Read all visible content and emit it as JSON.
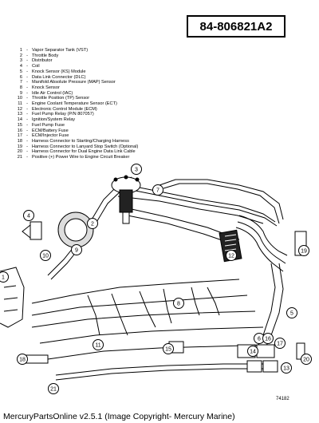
{
  "part_number": "84-806821A2",
  "legend": [
    {
      "num": "1",
      "label": "Vapor Separator Tank (VST)"
    },
    {
      "num": "2",
      "label": "Throttle Body"
    },
    {
      "num": "3",
      "label": "Distributor"
    },
    {
      "num": "4",
      "label": "Coil"
    },
    {
      "num": "5",
      "label": "Knock Sensor (KS) Module"
    },
    {
      "num": "6",
      "label": "Data Link Connector (DLC)"
    },
    {
      "num": "7",
      "label": "Manifold Absolute Pressure (MAP) Sensor"
    },
    {
      "num": "8",
      "label": "Knock Sensor"
    },
    {
      "num": "9",
      "label": "Idle Air Control (IAC)"
    },
    {
      "num": "10",
      "label": "Throttle Position (TP) Sensor"
    },
    {
      "num": "11",
      "label": "Engine Coolant Temperature Sensor (ECT)"
    },
    {
      "num": "12",
      "label": "Electronic Control Module (ECM)"
    },
    {
      "num": "13",
      "label": "Fuel Pump Relay (P/N 807057)"
    },
    {
      "num": "14",
      "label": "Ignition/System Relay"
    },
    {
      "num": "15",
      "label": "Fuel Pump Fuse"
    },
    {
      "num": "16",
      "label": "ECM/Battery Fuse"
    },
    {
      "num": "17",
      "label": "ECM/Injector Fuse"
    },
    {
      "num": "18",
      "label": "Harness Connector to Starting/Charging Harness"
    },
    {
      "num": "19",
      "label": "Harness Connector to Lanyard Stop Switch (Optional)"
    },
    {
      "num": "20",
      "label": "Harness Connector for Dual Engine Data Link Cable"
    },
    {
      "num": "21",
      "label": "Positive (+) Power Wire to Engine Circuit Breaker"
    }
  ],
  "callouts": [
    "1",
    "2",
    "3",
    "4",
    "5",
    "6",
    "7",
    "8",
    "9",
    "10",
    "11",
    "12",
    "13",
    "14",
    "15",
    "16",
    "17",
    "18",
    "19",
    "20",
    "21"
  ],
  "drawing_number": "74182",
  "footer": "MercuryPartsOnline v2.5.1 (Image Copyright- Mercury Marine)"
}
